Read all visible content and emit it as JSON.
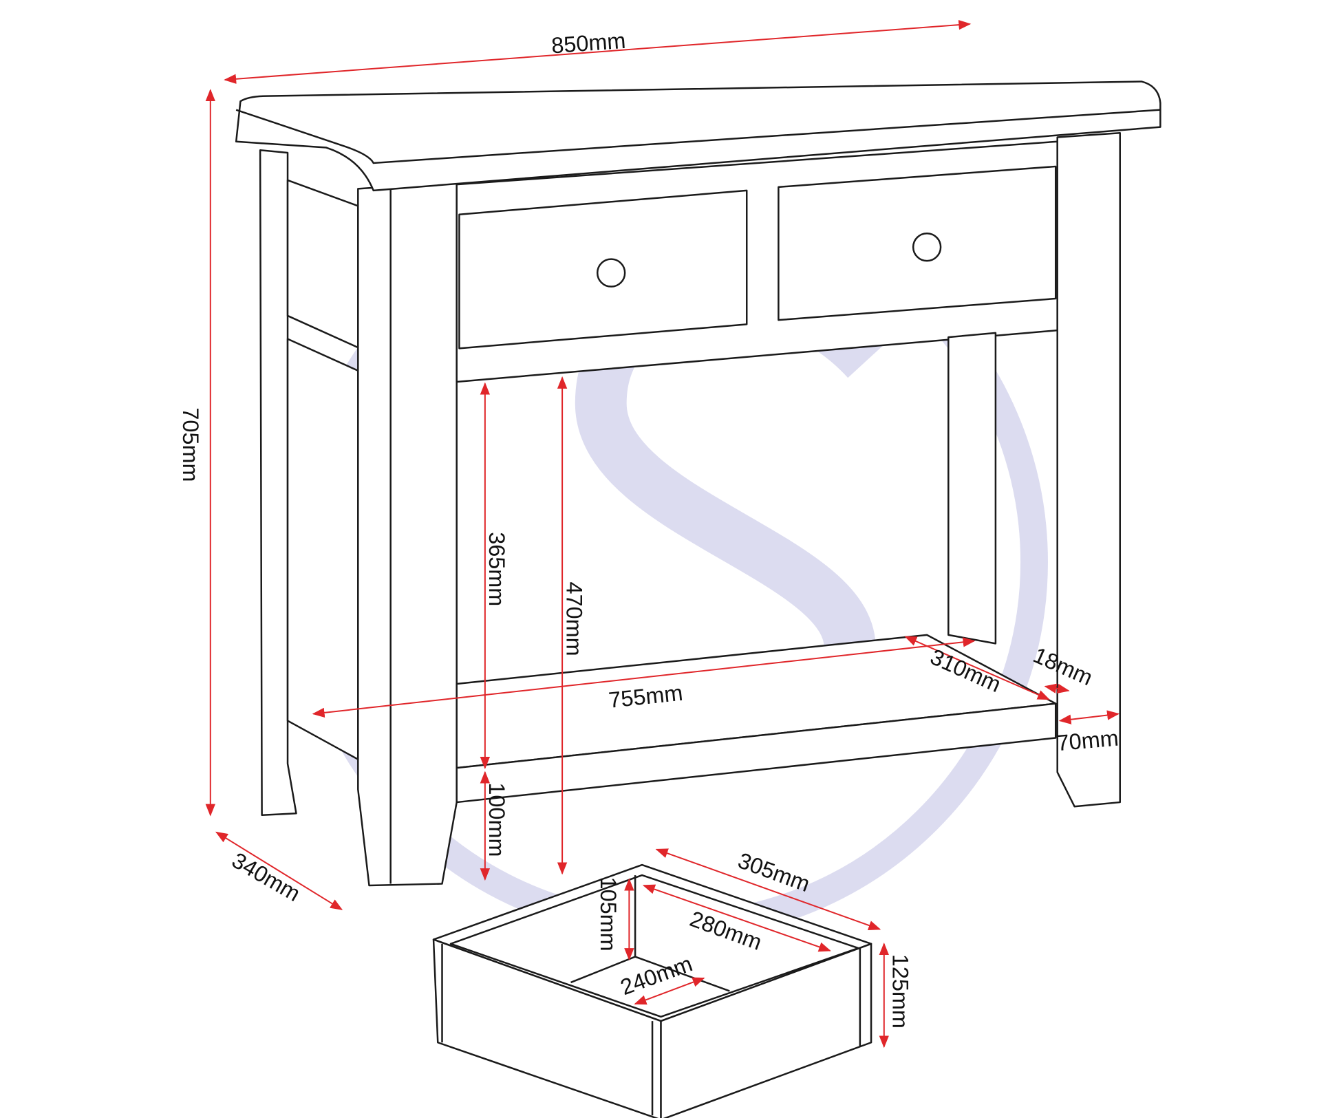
{
  "colors": {
    "dimension_arrow": "#e0262a",
    "outline": "#1a1a1a",
    "watermark": "#dcdcf0"
  },
  "watermark": {
    "letter": "S"
  },
  "dimensions": {
    "overall_width": "850mm",
    "overall_height": "705mm",
    "overall_depth": "340mm",
    "shelf_to_drawer_rail": "365mm",
    "floor_to_drawer_rail": "470mm",
    "shelf_height_from_floor": "100mm",
    "shelf_width": "755mm",
    "shelf_depth": "310mm",
    "shelf_thickness": "18mm",
    "leg_width": "70mm",
    "drawer_outer_depth": "305mm",
    "drawer_inner_depth": "280mm",
    "drawer_inner_height": "105mm",
    "drawer_inner_width": "240mm",
    "drawer_outer_height": "125mm"
  }
}
